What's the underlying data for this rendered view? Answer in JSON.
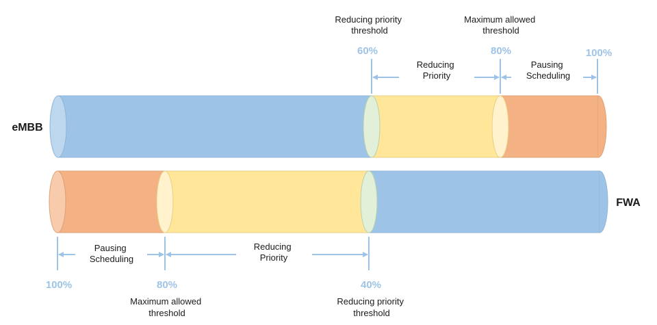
{
  "colors": {
    "normal": "#9dc3e6",
    "reducing": "#ffe699",
    "pausing": "#f4b183",
    "marker": "#9dc3e6"
  },
  "bars": {
    "embb": {
      "name": "eMBB",
      "segments": [
        "normal",
        "reducing",
        "pausing"
      ],
      "top": {
        "reducing_threshold": {
          "percent": "60%",
          "label_line1": "Reducing priority",
          "label_line2": "threshold"
        },
        "max_threshold": {
          "percent": "80%",
          "label_line1": "Maximum allowed",
          "label_line2": "threshold"
        },
        "end": {
          "percent": "100%"
        },
        "reducing_zone": {
          "line1": "Reducing",
          "line2": "Priority"
        },
        "pausing_zone": {
          "line1": "Pausing",
          "line2": "Scheduling"
        }
      }
    },
    "fwa": {
      "name": "FWA",
      "segments": [
        "pausing",
        "reducing",
        "normal"
      ],
      "bottom": {
        "start": {
          "percent": "100%"
        },
        "max_threshold": {
          "percent": "80%",
          "label_line1": "Maximum allowed",
          "label_line2": "threshold"
        },
        "reducing_threshold": {
          "percent": "40%",
          "label_line1": "Reducing priority",
          "label_line2": "threshold"
        },
        "pausing_zone": {
          "line1": "Pausing",
          "line2": "Scheduling"
        },
        "reducing_zone": {
          "line1": "Reducing",
          "line2": "Priority"
        }
      }
    }
  }
}
